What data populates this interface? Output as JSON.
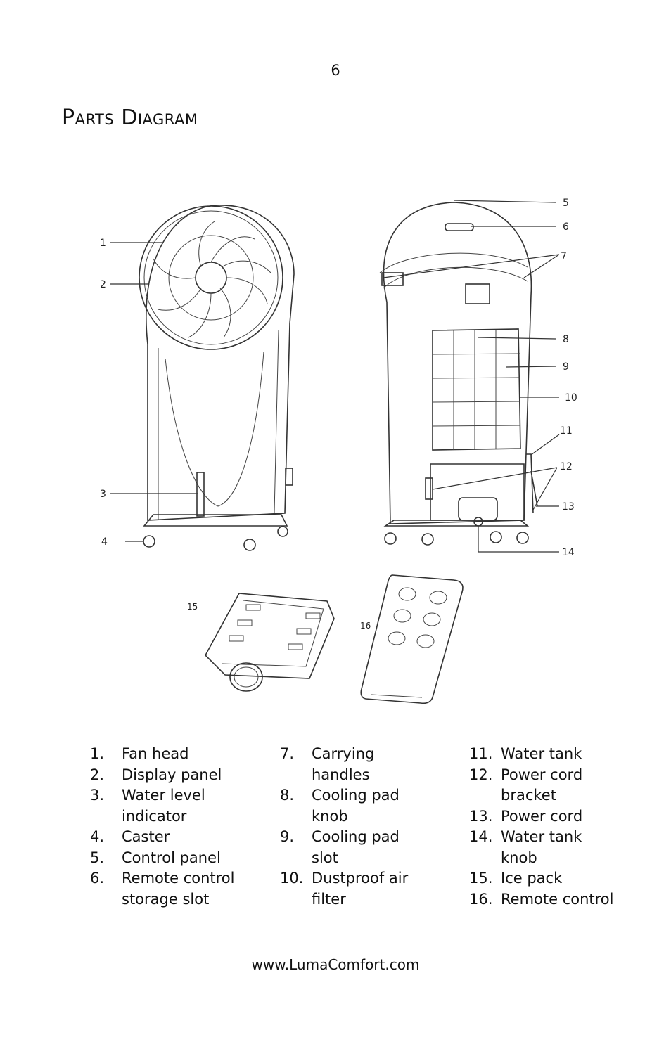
{
  "page_number": "6",
  "title": "Parts Diagram",
  "callouts": [
    "1",
    "2",
    "3",
    "4",
    "5",
    "6",
    "7",
    "8",
    "9",
    "10",
    "11",
    "12",
    "13",
    "14",
    "15",
    "16"
  ],
  "parts": [
    {
      "num": "1.",
      "label": "Fan head"
    },
    {
      "num": "2.",
      "label": "Display panel"
    },
    {
      "num": "3.",
      "label": "Water level indicator"
    },
    {
      "num": "4.",
      "label": "Caster"
    },
    {
      "num": "5.",
      "label": "Control panel"
    },
    {
      "num": "6.",
      "label": "Remote control storage slot"
    },
    {
      "num": "7.",
      "label": "Carrying handles"
    },
    {
      "num": "8.",
      "label": "Cooling pad knob"
    },
    {
      "num": "9.",
      "label": "Cooling pad slot"
    },
    {
      "num": "10.",
      "label": "Dustproof air filter"
    },
    {
      "num": "11.",
      "label": "Water tank"
    },
    {
      "num": "12.",
      "label": "Power cord bracket"
    },
    {
      "num": "13.",
      "label": "Power cord"
    },
    {
      "num": "14.",
      "label": "Water tank knob"
    },
    {
      "num": "15.",
      "label": "Ice pack"
    },
    {
      "num": "16.",
      "label": "Remote control"
    }
  ],
  "footer_url": "www.LumaComfort.com"
}
